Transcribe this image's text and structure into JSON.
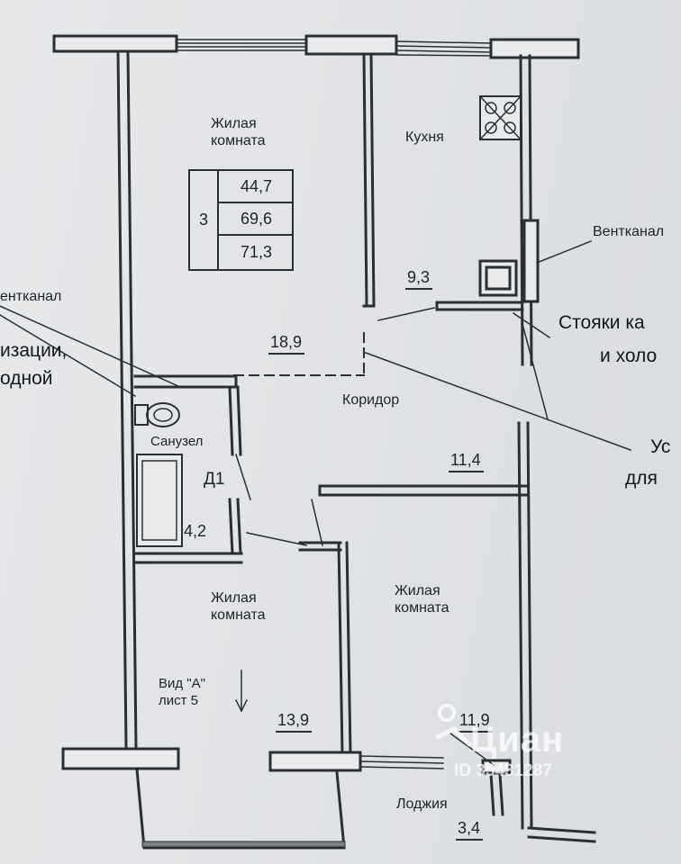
{
  "rooms": {
    "living_large": {
      "name": "Жилая\nкомната",
      "area": "18,9"
    },
    "kitchen": {
      "name": "Кухня",
      "area": "9,3"
    },
    "corridor": {
      "name": "Коридор",
      "area": "11,4"
    },
    "bathroom": {
      "name": "Санузел",
      "door": "Д1",
      "area": "4,2"
    },
    "living_left": {
      "name": "Жилая\nкомната",
      "area": "13,9"
    },
    "living_right": {
      "name": "Жилая\nкомната",
      "area": "11,9"
    },
    "loggia": {
      "name": "Лоджия",
      "area": "3,4"
    }
  },
  "summary_table": {
    "rooms_count": "3",
    "values": [
      "44,7",
      "69,6",
      "71,3"
    ]
  },
  "view_note": {
    "line1": "Вид \"А\"",
    "line2": "лист 5"
  },
  "callouts": {
    "ventkanal_right": "Вентканал",
    "ventkanal_left": "ентканал",
    "risers_line1": "Стояки ка",
    "risers_line2": "и холо",
    "left_line1": "изации,",
    "left_line2": "одной",
    "right_line1": "Ус",
    "right_line2": "для"
  },
  "watermark": {
    "brand": "Циан",
    "id": "ID 35431287"
  },
  "colors": {
    "wall": "#2b2f33",
    "window": "#2b2f33",
    "paper": "#e2e4e7"
  }
}
